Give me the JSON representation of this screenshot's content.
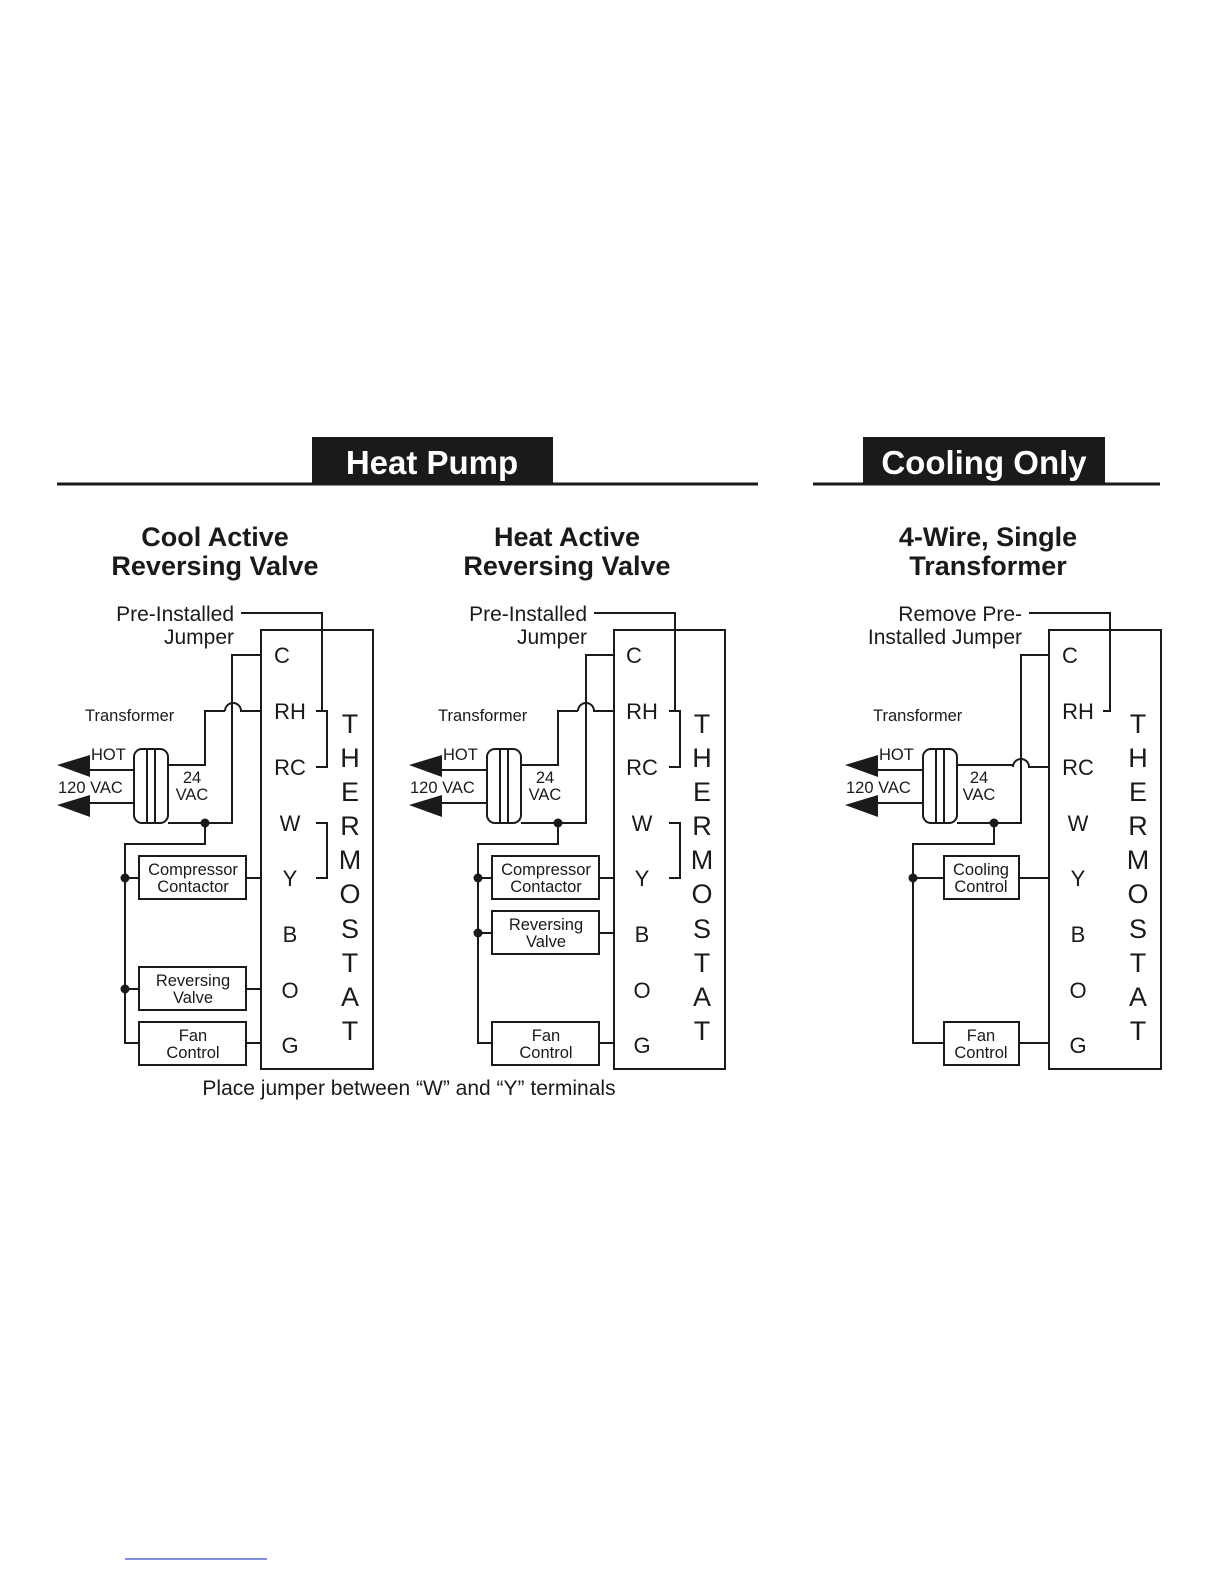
{
  "sections": [
    {
      "header": "Heat Pump"
    },
    {
      "header": "Cooling Only"
    }
  ],
  "diagrams": [
    {
      "title_line1": "Cool Active",
      "title_line2": "Reversing Valve",
      "jumper_line1": "Pre-Installed",
      "jumper_line2": "Jumper",
      "transformer": "Transformer",
      "hot": "HOT",
      "vac120": "120 VAC",
      "vac24_line1": "24",
      "vac24_line2": "VAC",
      "component1_line1": "Compressor",
      "component1_line2": "Contactor",
      "component2_line1": "Reversing",
      "component2_line2": "Valve",
      "component3_line1": "Fan",
      "component3_line2": "Control"
    },
    {
      "title_line1": "Heat Active",
      "title_line2": "Reversing Valve",
      "jumper_line1": "Pre-Installed",
      "jumper_line2": "Jumper",
      "transformer": "Transformer",
      "hot": "HOT",
      "vac120": "120 VAC",
      "vac24_line1": "24",
      "vac24_line2": "VAC",
      "component1_line1": "Compressor",
      "component1_line2": "Contactor",
      "component2_line1": "Reversing",
      "component2_line2": "Valve",
      "component3_line1": "Fan",
      "component3_line2": "Control"
    },
    {
      "title_line1": "4-Wire, Single",
      "title_line2": "Transformer",
      "jumper_line1": "Remove Pre-",
      "jumper_line2": "Installed Jumper",
      "transformer": "Transformer",
      "hot": "HOT",
      "vac120": "120 VAC",
      "vac24_line1": "24",
      "vac24_line2": "VAC",
      "component1_line1": "Cooling",
      "component1_line2": "Control",
      "component3_line1": "Fan",
      "component3_line2": "Control"
    }
  ],
  "terminals": [
    "C",
    "RH",
    "RC",
    "W",
    "Y",
    "B",
    "O",
    "G"
  ],
  "thermostat_letters": [
    "T",
    "H",
    "E",
    "R",
    "M",
    "O",
    "S",
    "T",
    "A",
    "T"
  ],
  "footnote": "Place jumper between “W” and “Y” terminals",
  "colors": {
    "ink": "#1a1a1a",
    "header_bg": "#1a1a1a",
    "header_text": "#ffffff",
    "link_line": "#3a52c4"
  }
}
